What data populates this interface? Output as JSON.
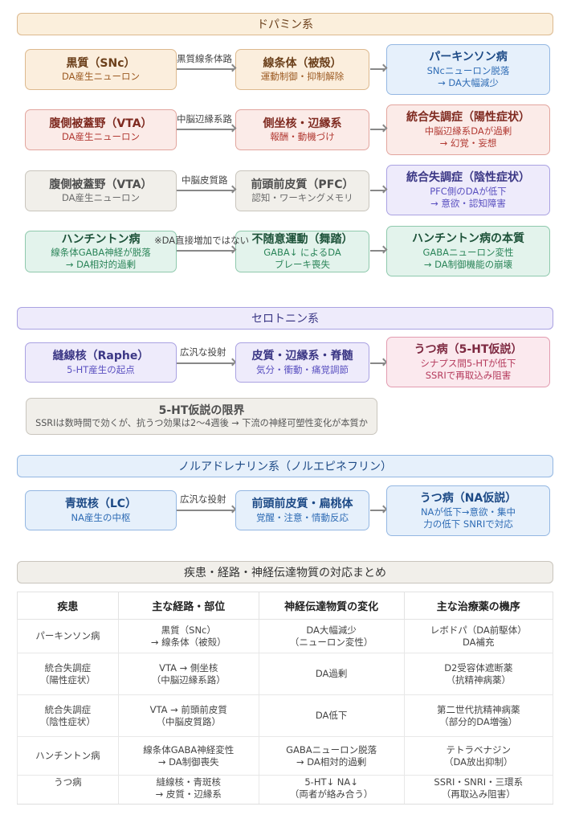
{
  "dopamine": {
    "header": "ドパミン系",
    "rows": [
      {
        "src": {
          "title": "黒質（SNc）",
          "sub": "DA産生ニューロン"
        },
        "path": "黒質線条体路",
        "mid": {
          "title": "線条体（被殻）",
          "sub": "運動制御・抑制解除"
        },
        "out": {
          "title": "パーキンソン病",
          "sub1": "SNcニューロン脱落",
          "sub2": "→ DA大幅減少"
        }
      },
      {
        "src": {
          "title": "腹側被蓋野（VTA）",
          "sub": "DA産生ニューロン"
        },
        "path": "中脳辺縁系路",
        "mid": {
          "title": "側坐核・辺縁系",
          "sub": "報酬・動機づけ"
        },
        "out": {
          "title": "統合失調症（陽性症状）",
          "sub1": "中脳辺縁系DAが過剰",
          "sub2": "→ 幻覚・妄想"
        }
      },
      {
        "src": {
          "title": "腹側被蓋野（VTA）",
          "sub": "DA産生ニューロン"
        },
        "path": "中脳皮質路",
        "mid": {
          "title": "前頭前皮質（PFC）",
          "sub": "認知・ワーキングメモリ"
        },
        "out": {
          "title": "統合失調症（陰性症状）",
          "sub1": "PFC側のDAが低下",
          "sub2": "→ 意欲・認知障害"
        }
      },
      {
        "src": {
          "title": "ハンチントン病",
          "sub1": "線条体GABA神経が脱落",
          "sub2": "→ DA相対的過剰"
        },
        "path": "※DA直接増加ではない",
        "mid": {
          "title": "不随意運動（舞踏）",
          "sub1": "GABA↓ によるDA",
          "sub2": "ブレーキ喪失"
        },
        "out": {
          "title": "ハンチントン病の本質",
          "sub1": "GABAニューロン変性",
          "sub2": "→ DA制御機能の崩壊"
        }
      }
    ]
  },
  "serotonin": {
    "header": "セロトニン系",
    "src": {
      "title": "縫線核（Raphe）",
      "sub": "5-HT産生の起点"
    },
    "path": "広汎な投射",
    "mid": {
      "title": "皮質・辺縁系・脊髄",
      "sub": "気分・衝動・痛覚調節"
    },
    "out": {
      "title": "うつ病（5-HT仮説）",
      "sub1": "シナプス間5-HTが低下",
      "sub2": "SSRIで再取込み阻害"
    },
    "limit": {
      "title": "5-HT仮説の限界",
      "sub": "SSRIは数時間で効くが、抗うつ効果は2〜4週後 → 下流の神経可塑性変化が本質か"
    }
  },
  "noradrenaline": {
    "header": "ノルアドレナリン系（ノルエピネフリン）",
    "src": {
      "title": "青斑核（LC）",
      "sub": "NA産生の中枢"
    },
    "path": "広汎な投射",
    "mid": {
      "title": "前頭前皮質・扁桃体",
      "sub": "覚醒・注意・情動反応"
    },
    "out": {
      "title": "うつ病（NA仮説）",
      "sub1": "NAが低下→意欲・集中",
      "sub2": "力の低下 SNRIで対応"
    }
  },
  "summary": {
    "header": "疾患・経路・神経伝達物質の対応まとめ",
    "columns": [
      "疾患",
      "主な経路・部位",
      "神経伝達物質の変化",
      "主な治療薬の機序"
    ],
    "rows": [
      [
        [
          "パーキンソン病"
        ],
        [
          "黒質（SNc）",
          "→ 線条体（被殻）"
        ],
        [
          "DA大幅減少",
          "（ニューロン変性）"
        ],
        [
          "レボドパ（DA前駆体）",
          "DA補充"
        ]
      ],
      [
        [
          "統合失調症",
          "（陽性症状）"
        ],
        [
          "VTA → 側坐核",
          "（中脳辺縁系路）"
        ],
        [
          "DA過剰"
        ],
        [
          "D2受容体遮断薬",
          "（抗精神病薬）"
        ]
      ],
      [
        [
          "統合失調症",
          "（陰性症状）"
        ],
        [
          "VTA → 前頭前皮質",
          "（中脳皮質路）"
        ],
        [
          "DA低下"
        ],
        [
          "第二世代抗精神病薬",
          "（部分的DA増強）"
        ]
      ],
      [
        [
          "ハンチントン病"
        ],
        [
          "線条体GABA神経変性",
          "→ DA制御喪失"
        ],
        [
          "GABAニューロン脱落",
          "→ DA相対的過剰"
        ],
        [
          "テトラベナジン",
          "（DA放出抑制）"
        ]
      ],
      [
        [
          "うつ病"
        ],
        [
          "縫線核・青斑核",
          "→ 皮質・辺縁系"
        ],
        [
          "5-HT↓ NA↓",
          "（両者が絡み合う）"
        ],
        [
          "SSRI・SNRI・三環系",
          "（再取込み阻害）"
        ]
      ]
    ]
  }
}
